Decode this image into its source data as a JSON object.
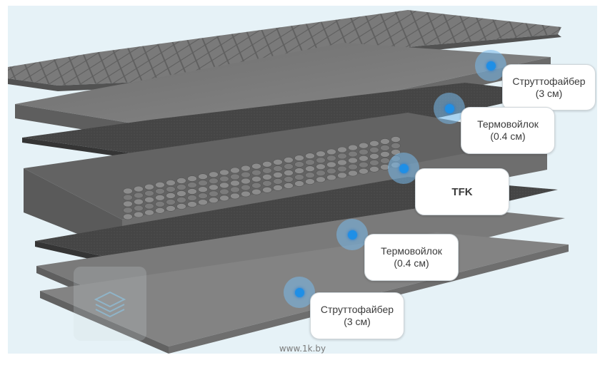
{
  "callouts": [
    {
      "id": "top-struttofiber",
      "line1": "Струттофайбер",
      "line2": "(3 см)"
    },
    {
      "id": "top-thermofelt",
      "line1": "Термовойлок",
      "line2": "(0.4 см)"
    },
    {
      "id": "spring-block",
      "line1": "TFK"
    },
    {
      "id": "bottom-thermofelt",
      "line1": "Термовойлок",
      "line2": "(0.4 см)"
    },
    {
      "id": "bottom-struttofiber",
      "line1": "Струттофайбер",
      "line2": "(3 см)"
    }
  ],
  "watermark": "www.1k.by",
  "icons": {
    "layers_toggle": "layers-icon"
  },
  "colors": {
    "background": "#e6f2f7",
    "hotspot": "#1f8fe6",
    "callout_bg": "#ffffff",
    "layer_dark": "#474747",
    "layer_light": "#7d7d7d"
  }
}
